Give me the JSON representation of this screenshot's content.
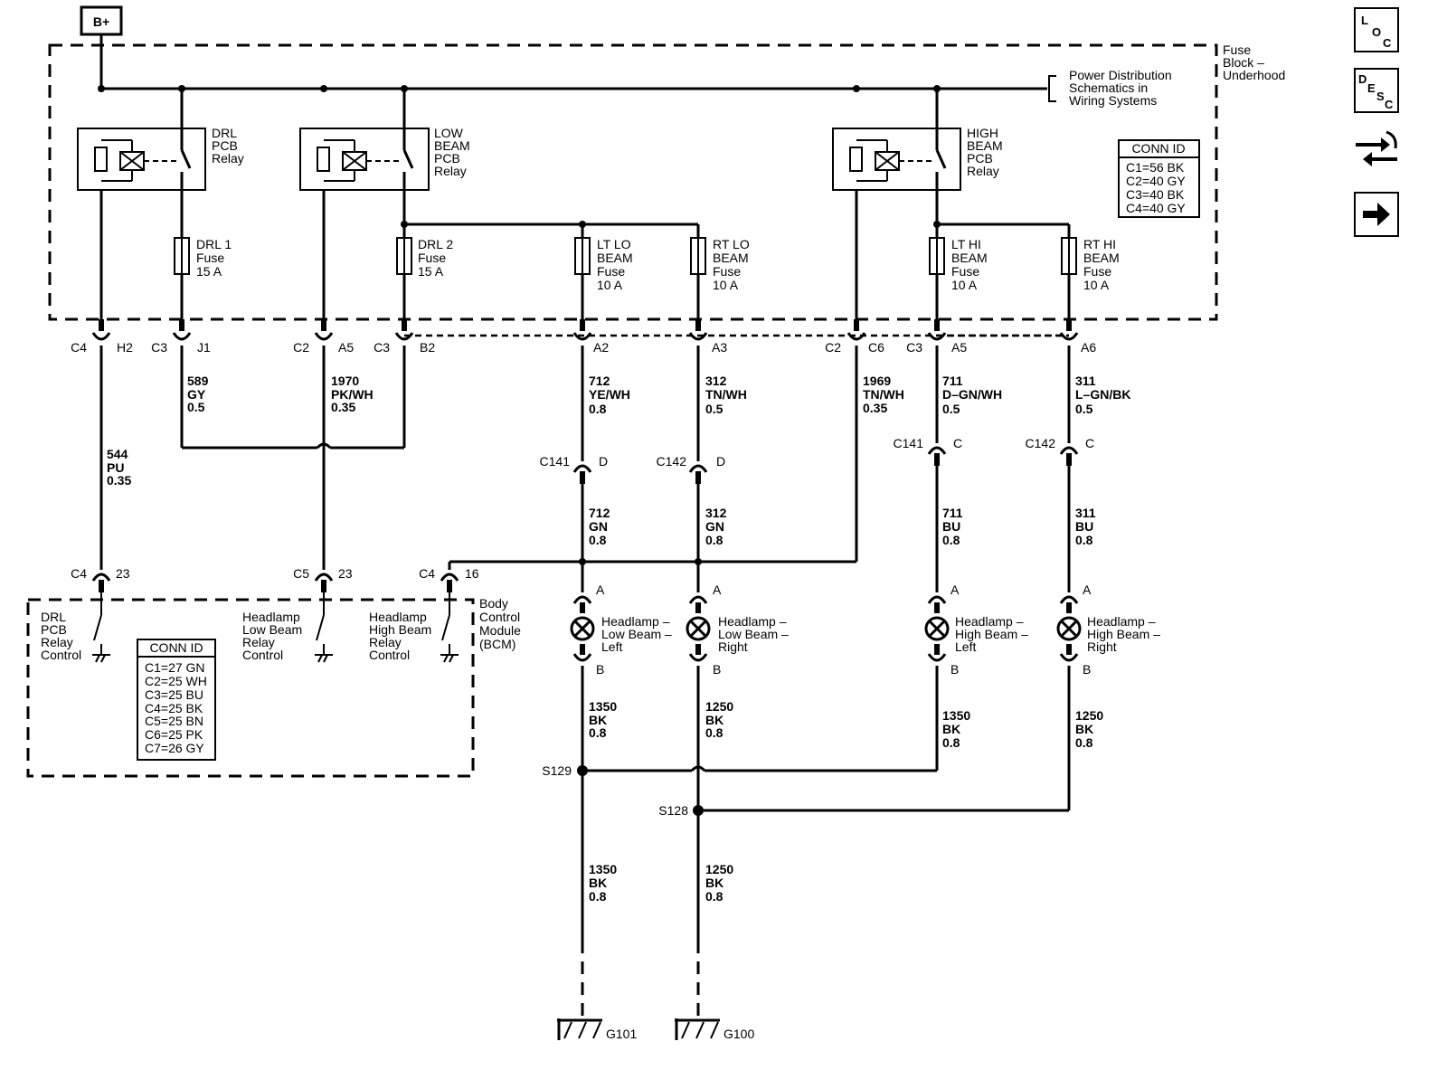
{
  "power": {
    "battery_label": "B+"
  },
  "fuse_block": {
    "label": [
      "Fuse",
      "Block –",
      "Underhood"
    ],
    "power_dist_note": [
      "Power Distribution",
      "Schematics in",
      "Wiring Systems"
    ],
    "conn_id": {
      "title": "CONN ID",
      "rows": [
        "C1=56 BK",
        "C2=40 GY",
        "C3=40 BK",
        "C4=40 GY"
      ]
    },
    "relays": [
      {
        "name": [
          "DRL",
          "PCB",
          "Relay"
        ]
      },
      {
        "name": [
          "LOW",
          "BEAM",
          "PCB",
          "Relay"
        ]
      },
      {
        "name": [
          "HIGH",
          "BEAM",
          "PCB",
          "Relay"
        ]
      }
    ],
    "fuses": [
      {
        "name": [
          "DRL 1",
          "Fuse",
          "15 A"
        ]
      },
      {
        "name": [
          "DRL 2",
          "Fuse",
          "15 A"
        ]
      },
      {
        "name": [
          "LT LO",
          "BEAM",
          "Fuse",
          "10 A"
        ]
      },
      {
        "name": [
          "RT LO",
          "BEAM",
          "Fuse",
          "10 A"
        ]
      },
      {
        "name": [
          "LT HI",
          "BEAM",
          "Fuse",
          "10 A"
        ]
      },
      {
        "name": [
          "RT HI",
          "BEAM",
          "Fuse",
          "10 A"
        ]
      }
    ]
  },
  "fuse_block_pins": [
    {
      "conn": "C4",
      "pin": "H2"
    },
    {
      "conn": "C3",
      "pin": "J1"
    },
    {
      "conn": "C2",
      "pin": "A5"
    },
    {
      "conn": "C3",
      "pin": "B2"
    },
    {
      "pin": "A2"
    },
    {
      "pin": "A3"
    },
    {
      "conn": "C2",
      "pin": "C6"
    },
    {
      "conn": "C3",
      "pin": "A5"
    },
    {
      "pin": "A6"
    }
  ],
  "wires": [
    {
      "circuit": "589",
      "color": "GY",
      "size": "0.5"
    },
    {
      "circuit": "1970",
      "color": "PK/WH",
      "size": "0.35"
    },
    {
      "circuit": "544",
      "color": "PU",
      "size": "0.35"
    },
    {
      "circuit": "712",
      "color": "YE/WH",
      "size": "0.8"
    },
    {
      "circuit": "312",
      "color": "TN/WH",
      "size": "0.5"
    },
    {
      "circuit": "1969",
      "color": "TN/WH",
      "size": "0.35"
    },
    {
      "circuit": "711",
      "color": "D–GN/WH",
      "size": "0.5"
    },
    {
      "circuit": "311",
      "color": "L–GN/BK",
      "size": "0.5"
    },
    {
      "circuit": "712",
      "color": "GN",
      "size": "0.8"
    },
    {
      "circuit": "312",
      "color": "GN",
      "size": "0.8"
    },
    {
      "circuit": "711",
      "color": "BU",
      "size": "0.8"
    },
    {
      "circuit": "311",
      "color": "BU",
      "size": "0.8"
    },
    {
      "circuit": "1350",
      "color": "BK",
      "size": "0.8"
    },
    {
      "circuit": "1250",
      "color": "BK",
      "size": "0.8"
    },
    {
      "circuit": "1350",
      "color": "BK",
      "size": "0.8"
    },
    {
      "circuit": "1250",
      "color": "BK",
      "size": "0.8"
    },
    {
      "circuit": "1350",
      "color": "BK",
      "size": "0.8"
    },
    {
      "circuit": "1250",
      "color": "BK",
      "size": "0.8"
    }
  ],
  "inline_connectors": [
    {
      "conn": "C141",
      "pin": "D"
    },
    {
      "conn": "C142",
      "pin": "D"
    },
    {
      "conn": "C141",
      "pin": "C"
    },
    {
      "conn": "C142",
      "pin": "C"
    }
  ],
  "bcm": {
    "label": [
      "Body",
      "Control",
      "Module",
      "(BCM)"
    ],
    "pins": [
      {
        "conn": "C4",
        "pin": "23"
      },
      {
        "conn": "C5",
        "pin": "23"
      },
      {
        "conn": "C4",
        "pin": "16"
      }
    ],
    "controls": [
      [
        "DRL",
        "PCB",
        "Relay",
        "Control"
      ],
      [
        "Headlamp",
        "Low Beam",
        "Relay",
        "Control"
      ],
      [
        "Headlamp",
        "High Beam",
        "Relay",
        "Control"
      ]
    ],
    "conn_id": {
      "title": "CONN ID",
      "rows": [
        "C1=27 GN",
        "C2=25 WH",
        "C3=25 BU",
        "C4=25 BK",
        "C5=25 BN",
        "C6=25 PK",
        "C7=26 GY"
      ]
    }
  },
  "headlamps": [
    {
      "name": [
        "Headlamp –",
        "Low Beam –",
        "Left"
      ],
      "pin_a": "A",
      "pin_b": "B"
    },
    {
      "name": [
        "Headlamp –",
        "Low Beam –",
        "Right"
      ],
      "pin_a": "A",
      "pin_b": "B"
    },
    {
      "name": [
        "Headlamp –",
        "High Beam –",
        "Left"
      ],
      "pin_a": "A",
      "pin_b": "B"
    },
    {
      "name": [
        "Headlamp –",
        "High Beam –",
        "Right"
      ],
      "pin_a": "A",
      "pin_b": "B"
    }
  ],
  "splices": [
    {
      "label": "S129"
    },
    {
      "label": "S128"
    }
  ],
  "grounds": [
    {
      "label": "G101"
    },
    {
      "label": "G100"
    }
  ],
  "nav_icons": [
    {
      "name": "loc-icon",
      "letters": [
        "L",
        "O",
        "C"
      ]
    },
    {
      "name": "desc-icon",
      "letters": [
        "D",
        "E",
        "S",
        "C"
      ]
    },
    {
      "name": "connector-icon"
    },
    {
      "name": "next-arrow-icon"
    }
  ]
}
